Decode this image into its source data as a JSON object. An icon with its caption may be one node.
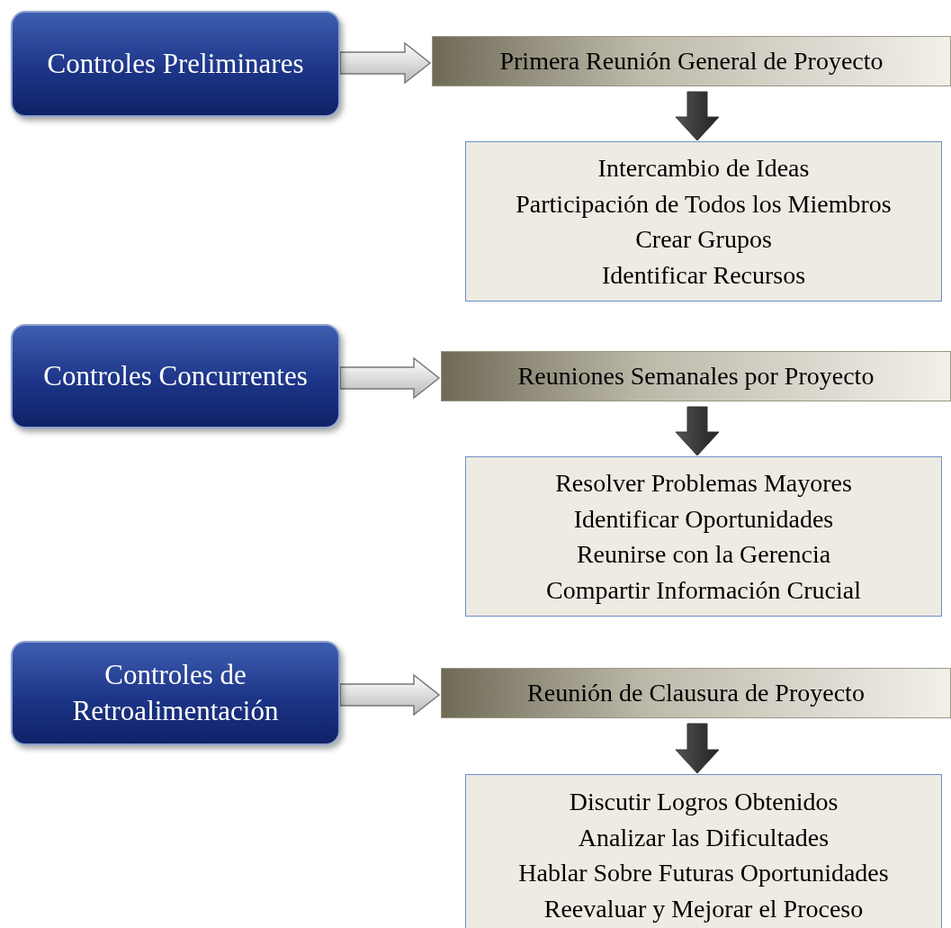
{
  "diagram": {
    "nodes": [
      {
        "text": [
          "Controles Preliminares"
        ]
      },
      {
        "text": [
          "Primera Reunión General de Proyecto"
        ]
      },
      {
        "text": [
          "Intercambio de Ideas",
          "Participación de Todos los Miembros",
          "Crear Grupos",
          "Identificar Recursos"
        ]
      },
      {
        "text": [
          "Controles Concurrentes"
        ]
      },
      {
        "text": [
          "Reuniones Semanales por Proyecto"
        ]
      },
      {
        "text": [
          "Resolver Problemas Mayores",
          "Identificar Oportunidades",
          "Reunirse con la Gerencia",
          "Compartir Información Crucial"
        ]
      },
      {
        "text": [
          "Controles de Retroalimentación"
        ]
      },
      {
        "text": [
          "Reunión de Clausura de Proyecto"
        ]
      },
      {
        "text": [
          "Discutir Logros Obtenidos",
          "Analizar las Dificultades",
          "Hablar Sobre Futuras Oportunidades",
          "Reevaluar y Mejorar el Proceso"
        ]
      }
    ],
    "edges": [
      {
        "from": 0,
        "to": 1,
        "arrow": "to"
      },
      {
        "from": 1,
        "to": 2,
        "arrow": "to"
      },
      {
        "from": 3,
        "to": 4,
        "arrow": "to"
      },
      {
        "from": 4,
        "to": 5,
        "arrow": "to"
      },
      {
        "from": 6,
        "to": 7,
        "arrow": "to"
      },
      {
        "from": 7,
        "to": 8,
        "arrow": "to"
      }
    ]
  }
}
